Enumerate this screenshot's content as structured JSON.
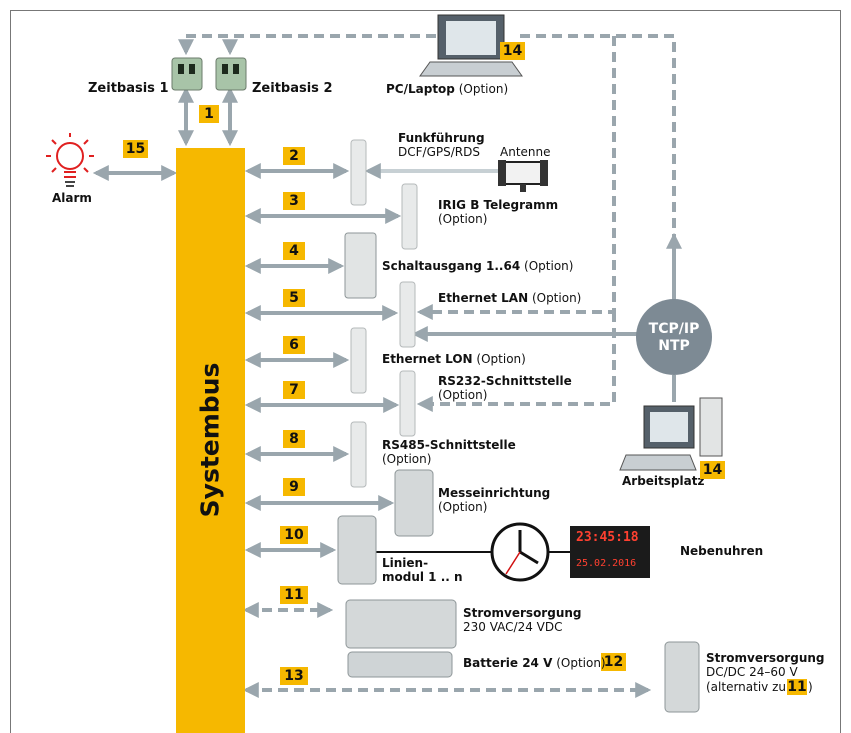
{
  "bus": {
    "label": "Systembus"
  },
  "zeitbasis": {
    "one": "Zeitbasis 1",
    "two": "Zeitbasis 2",
    "num": "1"
  },
  "pc": {
    "num": "14",
    "title": "PC/Laptop",
    "option": "(Option)"
  },
  "alarm": {
    "num": "15",
    "label": "Alarm"
  },
  "antenne": {
    "label": "Antenne"
  },
  "tcpip": {
    "line1": "TCP/IP",
    "line2": "NTP"
  },
  "arbeitsplatz": {
    "num": "14",
    "label": "Arbeitsplatz"
  },
  "nebenuhren": {
    "label": "Nebenuhren",
    "display1": "23:45:18",
    "display2": "25.02.2016"
  },
  "modules": [
    {
      "num": "2",
      "title": "Funkführung",
      "sub": "DCF/GPS/RDS",
      "option": ""
    },
    {
      "num": "3",
      "title": "IRIG B Telegramm",
      "sub": "",
      "option": "(Option)"
    },
    {
      "num": "4",
      "title": "Schaltausgang 1..64",
      "sub": "",
      "option": "(Option)"
    },
    {
      "num": "5",
      "title": "Ethernet LAN",
      "sub": "",
      "option": "(Option)"
    },
    {
      "num": "6",
      "title": "Ethernet LON",
      "sub": "",
      "option": "(Option)"
    },
    {
      "num": "7",
      "title": "RS232-Schnittstelle",
      "sub": "",
      "option": "(Option)"
    },
    {
      "num": "8",
      "title": "RS485-Schnittstelle",
      "sub": "",
      "option": "(Option)"
    },
    {
      "num": "9",
      "title": "Messeinrichtung",
      "sub": "",
      "option": "(Option)"
    },
    {
      "num": "10",
      "title": "Linien-",
      "sub": "modul 1 .. n",
      "option": ""
    },
    {
      "num": "11",
      "title": "Stromversorgung",
      "sub": "230 VAC/24 VDC",
      "option": ""
    },
    {
      "num": "12",
      "title": "Batterie 24 V",
      "sub": "",
      "option": "(Option)"
    },
    {
      "num": "13",
      "title": "Stromversorgung",
      "sub": "DC/DC 24–60 V",
      "option": ""
    }
  ],
  "alt_note": {
    "prefix": "(alternativ zu",
    "num": "11",
    "suffix": ")"
  },
  "colors": {
    "bus": "#f6b800",
    "arrow": "#9aa6ad",
    "node": "#7d8a94",
    "alarm": "#e02020"
  }
}
